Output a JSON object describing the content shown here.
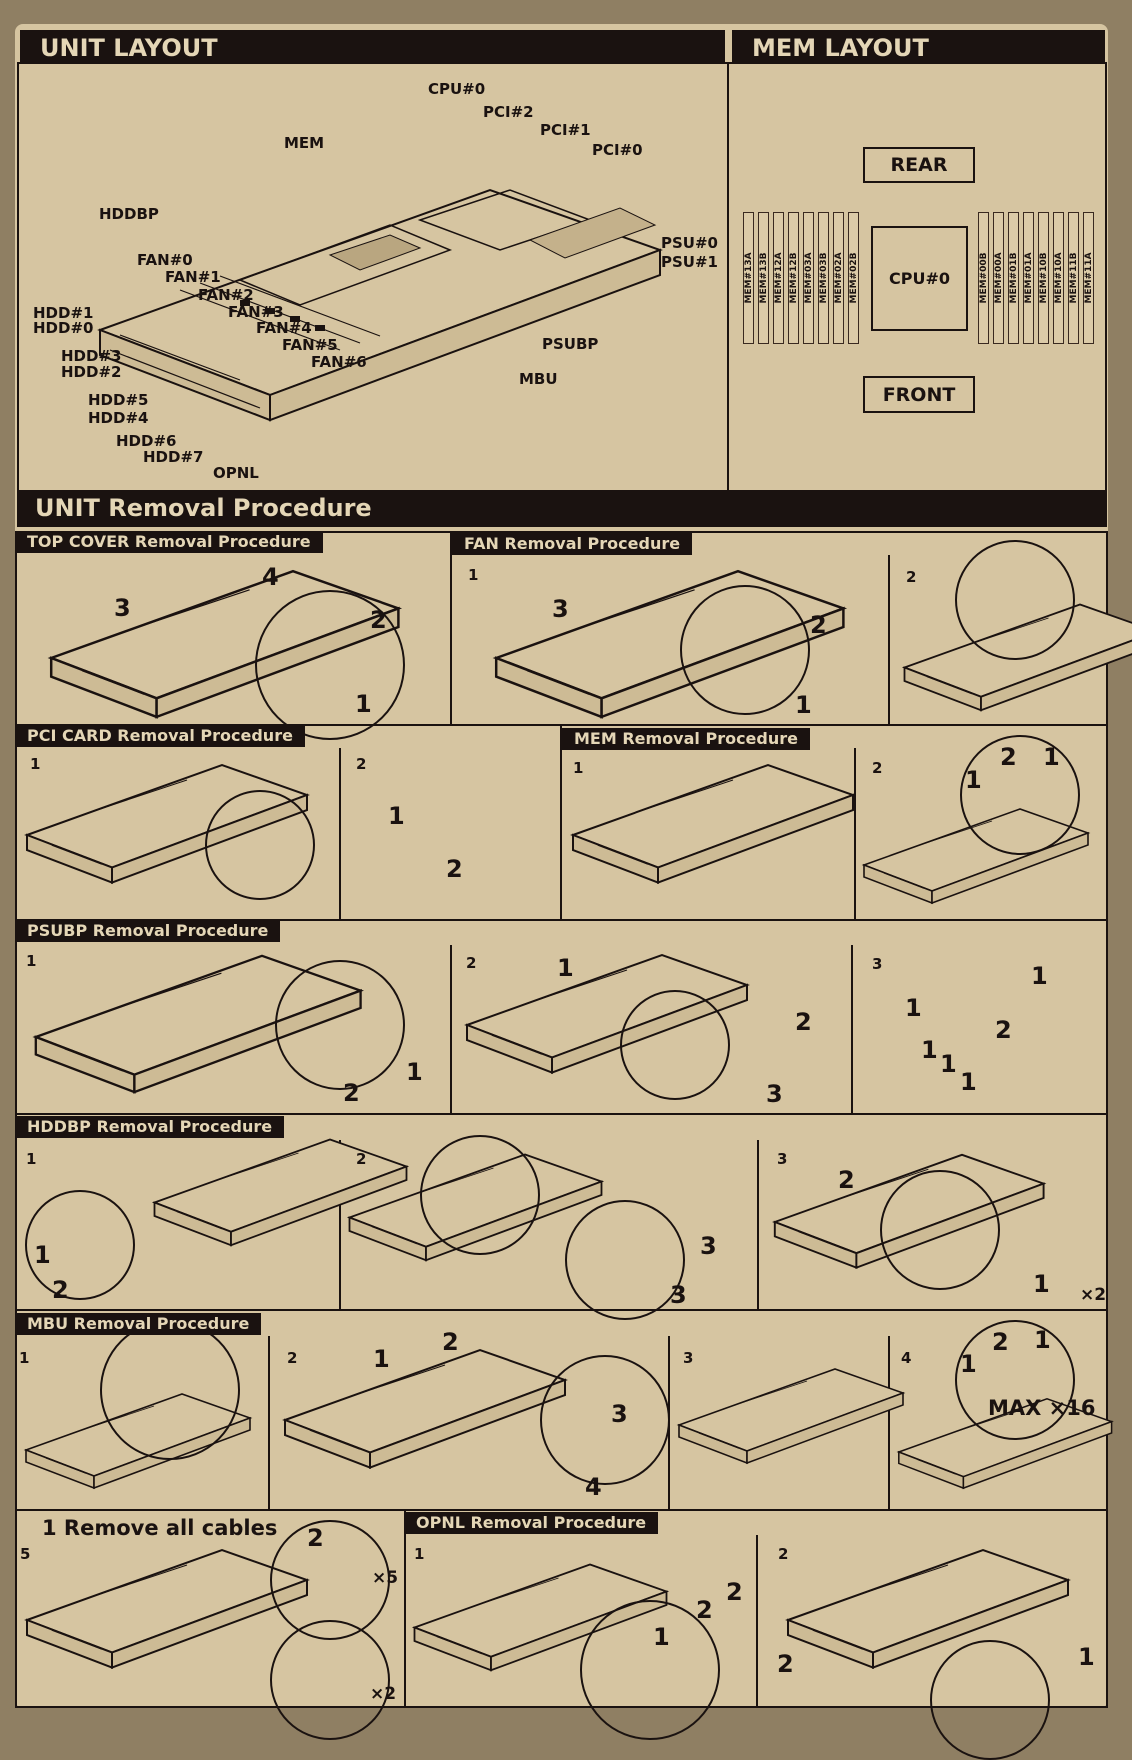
{
  "unit_layout": {
    "title": "UNIT LAYOUT",
    "labels": [
      "CPU#0",
      "PCI#2",
      "PCI#1",
      "PCI#0",
      "MEM",
      "HDDBP",
      "FAN#0",
      "FAN#1",
      "FAN#2",
      "FAN#3",
      "FAN#4",
      "FAN#5",
      "FAN#6",
      "PSU#0",
      "PSU#1",
      "PSUBP",
      "MBU",
      "HDD#1",
      "HDD#0",
      "HDD#3",
      "HDD#2",
      "HDD#5",
      "HDD#4",
      "HDD#6",
      "HDD#7",
      "OPNL"
    ]
  },
  "mem_layout": {
    "title": "MEM LAYOUT",
    "rear": "REAR",
    "front": "FRONT",
    "cpu": "CPU#0",
    "left_slots": [
      "MEM#13A",
      "MEM#13B",
      "MEM#12A",
      "MEM#12B",
      "MEM#03A",
      "MEM#03B",
      "MEM#02A",
      "MEM#02B"
    ],
    "right_slots": [
      "MEM#00B",
      "MEM#00A",
      "MEM#01B",
      "MEM#01A",
      "MEM#10B",
      "MEM#10A",
      "MEM#11B",
      "MEM#11A"
    ]
  },
  "removal": {
    "title": "UNIT Removal Procedure",
    "top_cover": {
      "title": "TOP COVER Removal Procedure",
      "labels": [
        "3",
        "4",
        "2",
        "1"
      ]
    },
    "fan": {
      "title": "FAN Removal Procedure",
      "labels": [
        "1",
        "3",
        "2",
        "1",
        "2"
      ]
    },
    "pci": {
      "title": "PCI CARD Removal Procedure",
      "labels": [
        "1",
        "2",
        "1",
        "2"
      ]
    },
    "mem": {
      "title": "MEM Removal Procedure",
      "labels": [
        "1",
        "2",
        "1",
        "2",
        "1"
      ]
    },
    "psubp": {
      "title": "PSUBP Removal Procedure",
      "labels": [
        "1",
        "2",
        "3",
        "2",
        "1",
        "1",
        "2",
        "3",
        "1",
        "1",
        "2",
        "1",
        "1",
        "1"
      ]
    },
    "hddbp": {
      "title": "HDDBP Removal Procedure",
      "labels": [
        "1",
        "2",
        "3",
        "1",
        "2",
        "3",
        "3",
        "2",
        "1",
        "×2"
      ]
    },
    "mbu": {
      "title": "MBU Removal Procedure",
      "labels": [
        "1",
        "2",
        "3",
        "4",
        "1",
        "2",
        "3",
        "4",
        "1",
        "2",
        "1",
        "MAX ×16"
      ]
    },
    "mbu_step5": {
      "labels": [
        "1 Remove all cables",
        "5",
        "2",
        "×5",
        "×2"
      ]
    },
    "opnl": {
      "title": "OPNL Removal Procedure",
      "labels": [
        "1",
        "2",
        "1",
        "2",
        "2",
        "2",
        "1"
      ]
    }
  },
  "colors": {
    "label_bg": "#d6c5a1",
    "ink": "#1a1210",
    "surround": "#8f7f63"
  }
}
